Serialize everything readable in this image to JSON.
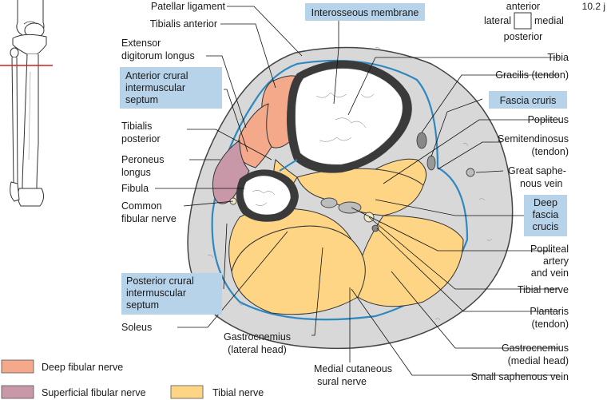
{
  "figure_number": "10.2 j",
  "orientation": {
    "top": "anterior",
    "left": "lateral",
    "right": "medial",
    "bottom": "posterior"
  },
  "labels_left": {
    "patellar_ligament": "Patellar ligament",
    "tibialis_anterior": "Tibialis anterior",
    "extensor_digitorum_longus_1": "Extensor",
    "extensor_digitorum_longus_2": "digitorum longus",
    "anterior_septum_1": "Anterior crural",
    "anterior_septum_2": "intermuscular",
    "anterior_septum_3": "septum",
    "tibialis_posterior_1": "Tibialis",
    "tibialis_posterior_2": "posterior",
    "peroneus_longus_1": "Peroneus",
    "peroneus_longus_2": "longus",
    "fibula": "Fibula",
    "common_fibular_nerve_1": "Common",
    "common_fibular_nerve_2": "fibular nerve",
    "posterior_septum_1": "Posterior crural",
    "posterior_septum_2": "intermuscular",
    "posterior_septum_3": "septum",
    "soleus": "Soleus"
  },
  "labels_top": {
    "interosseous_membrane": "Interosseous membrane"
  },
  "labels_right": {
    "tibia": "Tibia",
    "gracilis": "Gracilis (tendon)",
    "fascia_cruris": "Fascia cruris",
    "popliteus": "Popliteus",
    "semitendinosus_1": "Semitendinosus",
    "semitendinosus_2": "(tendon)",
    "great_saphenous_1": "Great saphe-",
    "great_saphenous_2": "nous vein",
    "deep_fascia_1": "Deep",
    "deep_fascia_2": "fascia",
    "deep_fascia_3": "crucis",
    "popliteal_1": "Popliteal",
    "popliteal_2": "artery",
    "popliteal_3": "and vein",
    "tibial_nerve": "Tibial nerve",
    "plantaris_1": "Plantaris",
    "plantaris_2": "(tendon)",
    "gastroc_medial_1": "Gastrocnemius",
    "gastroc_medial_2": "(medial head)",
    "small_saphenous": "Small saphenous vein"
  },
  "labels_bottom": {
    "gastroc_lateral_1": "Gastrocnemius",
    "gastroc_lateral_2": "(lateral head)",
    "medial_cutaneous_1": "Medial cutaneous",
    "medial_cutaneous_2": "sural nerve"
  },
  "legend": [
    {
      "label": "Deep fibular nerve",
      "color": "#f4a98a"
    },
    {
      "label": "Superficial fibular nerve",
      "color": "#c897a8"
    },
    {
      "label": "Tibial nerve",
      "color": "#fdd585"
    }
  ],
  "colors": {
    "highlight_box": "#b6d3ea",
    "fascia": "#2f88bf",
    "section_line": "#cc2222",
    "skin_fat": "#d8d8d8"
  }
}
